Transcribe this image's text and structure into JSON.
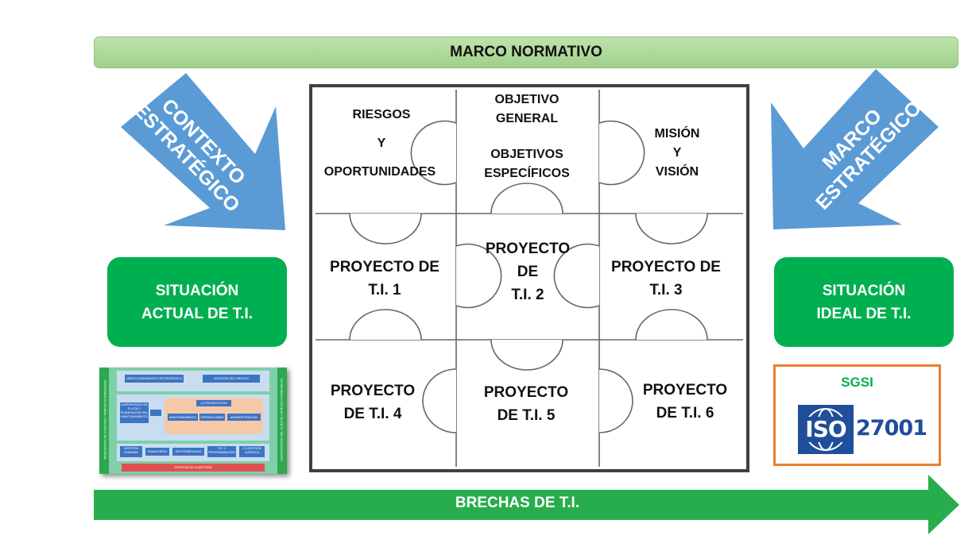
{
  "colors": {
    "banner_fill": "#a9d694",
    "blue_arrow": "#5b9bd5",
    "green_box": "#00b050",
    "green_arrow": "#28ad4c",
    "puzzle_border": "#404040",
    "sgsi_border": "#ed7d31",
    "iso_blue": "#1f4e9a"
  },
  "banner": {
    "label": "MARCO NORMATIVO"
  },
  "left_arrow": {
    "line1": "CONTEXTO",
    "line2": "ESTRATÉGICO"
  },
  "right_arrow": {
    "line1": "MARCO",
    "line2": "ESTRATÉGICO"
  },
  "left_box": {
    "line1": "SITUACIÓN",
    "line2": "ACTUAL DE T.I."
  },
  "right_box": {
    "line1": "SITUACIÓN",
    "line2": "IDEAL DE T.I."
  },
  "puzzle": {
    "riesgos": {
      "line1": "RIESGOS",
      "line2": "Y",
      "line3": "OPORTUNIDADES"
    },
    "objetivos": {
      "line1": "OBJETIVO",
      "line2": "GENERAL",
      "line3": "OBJETIVOS",
      "line4": "ESPECÍFICOS"
    },
    "mision": {
      "line1": "MISIÓN",
      "line2": "Y",
      "line3": "VISIÓN"
    },
    "p1": {
      "line1": "PROYECTO DE",
      "line2": "T.I. 1"
    },
    "p2": {
      "line1": "PROYECTO",
      "line2": "DE",
      "line3": "T.I. 2"
    },
    "p3": {
      "line1": "PROYECTO DE",
      "line2": "T.I. 3"
    },
    "p4": {
      "line1": "PROYECTO",
      "line2": "DE T.I. 4"
    },
    "p5": {
      "line1": "PROYECTO",
      "line2": "DE T.I. 5"
    },
    "p6": {
      "line1": "PROYECTO",
      "line2": "DE T.I. 6"
    }
  },
  "thumbnail": {
    "left_side": "REQUISITOS DE CLIENTES / PARTES INTERESADAS",
    "right_side": "SATISFACCIÓN DEL CLIENTE / PARTES INTERESADAS",
    "top_left": "DIRECCIONAMIENTO ESTRATÉGICO",
    "top_right": "GESTIÓN DEL RIESGO",
    "mid_left": "SUPERVISIÓN DE FLOTA Y PLANEACIÓN DEL MANTENIMIENTO",
    "center_title": "(*) PRODUCCIÓN",
    "c1": "MANTENIMIENTO",
    "c2": "OPERACIONES",
    "c3": "ADMINISTRACIÓN",
    "b1": "GESTIÓN HUMANA",
    "b2": "FINANCIERO",
    "b3": "SOSTENIBILIDAD",
    "b4": "TIC Y PROGRAMACIÓN",
    "b5": "(*) GESTIÓN JURÍDICA",
    "bottom": "GESTIÓN DE AUDITORÍA"
  },
  "sgsi": {
    "title": "SGSI",
    "iso_text": "ISO",
    "iso_number": "27001"
  },
  "brechas": {
    "label": "BRECHAS DE T.I."
  }
}
